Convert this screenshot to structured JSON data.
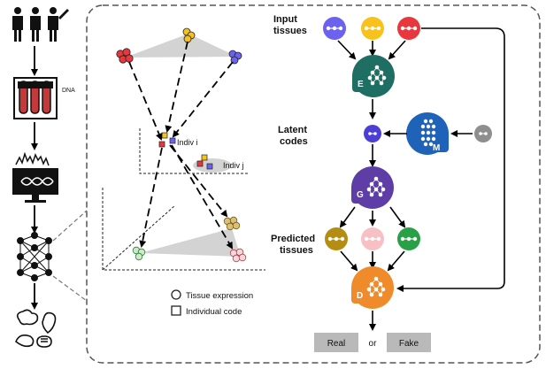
{
  "labels": {
    "input_tissues_line1": "Input",
    "input_tissues_line2": "tissues",
    "latent_codes_line1": "Latent",
    "latent_codes_line2": "codes",
    "predicted_tissues_line1": "Predicted",
    "predicted_tissues_line2": "tissues",
    "indiv_i": "Indiv i",
    "indiv_j": "Indiv j",
    "legend_tissue": "Tissue expression",
    "legend_individual": "Individual code",
    "encoder": "E",
    "generator": "G",
    "mapping": "M",
    "discriminator": "D",
    "real": "Real",
    "or": "or",
    "fake": "Fake",
    "dna_glyph": "DNA"
  },
  "colors": {
    "red": "#e8383d",
    "yellow": "#f6c21b",
    "blue": "#6b62f0",
    "teal": "#1f6e63",
    "navy": "#1f63b8",
    "purple": "#5e3ea6",
    "olive": "#b58d12",
    "pink": "#f7c0c4",
    "green": "#27a046",
    "orange": "#f08b2c",
    "gray": "#8e8e8e",
    "latent": "#4b3fd6"
  },
  "icons": [
    "people-icon",
    "test-tubes-icon",
    "monitor-dna-icon",
    "neural-network-icon",
    "organs-icon"
  ]
}
